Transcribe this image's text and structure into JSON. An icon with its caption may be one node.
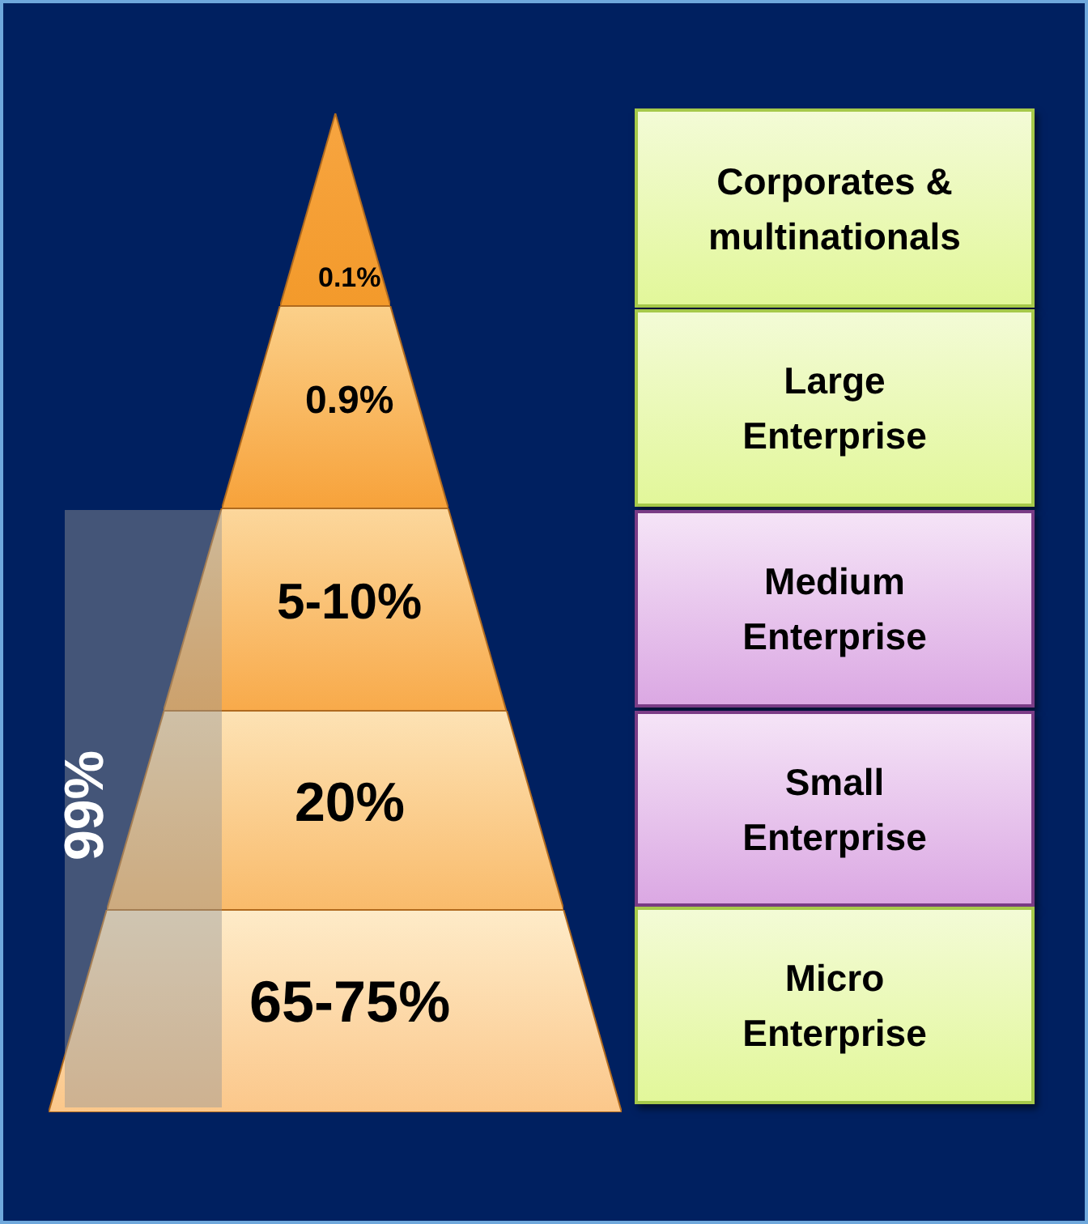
{
  "diagram": {
    "nodes": [
      {
        "text": [
          "0.1%"
        ]
      },
      {
        "text": [
          "0.9%"
        ]
      },
      {
        "text": [
          "5-10%"
        ]
      },
      {
        "text": [
          "20%"
        ]
      },
      {
        "text": [
          "65-75%"
        ]
      },
      {
        "text": [
          "Corporates & multinationals"
        ]
      },
      {
        "text": [
          "Large Enterprise"
        ]
      },
      {
        "text": [
          "Medium Enterprise"
        ]
      },
      {
        "text": [
          "Small Enterprise"
        ]
      },
      {
        "text": [
          "Micro Enterprise"
        ]
      },
      {
        "text": [
          "99%"
        ]
      }
    ]
  }
}
